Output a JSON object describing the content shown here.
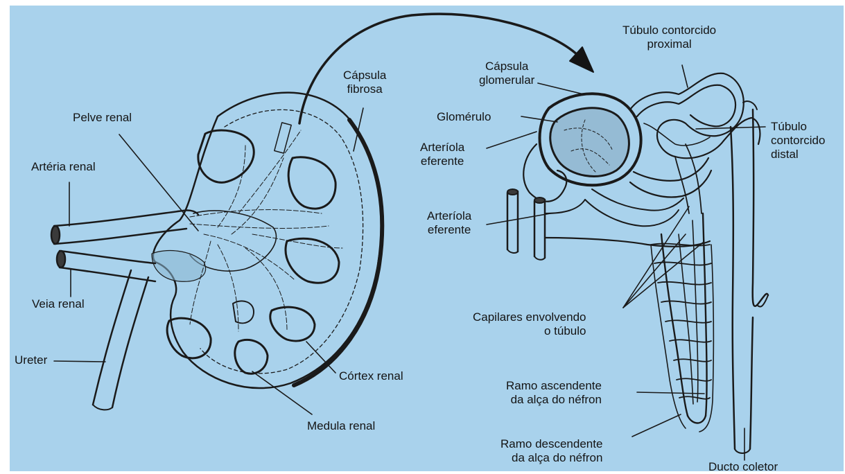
{
  "figure": {
    "background": "#a9d2ec",
    "ink": "#141414"
  },
  "labels": {
    "pelve_renal": "Pelve renal",
    "arteria_renal": "Artéria renal",
    "veia_renal": "Veia renal",
    "ureter": "Ureter",
    "capsula_fibrosa": "Cápsula\nfibrosa",
    "cortex_renal": "Córtex renal",
    "medula_renal": "Medula renal",
    "capsula_glomerular": "Cápsula\nglomerular",
    "glomerulo": "Glomérulo",
    "arteriola_eferente_1": "Arteríola\neferente",
    "arteriola_eferente_2": "Arteríola\neferente",
    "tubulo_proximal": "Túbulo contorcido\nproximal",
    "tubulo_distal": "Túbulo\ncontorcido\ndistal",
    "capilares": "Capilares envolvendo\no túbulo",
    "ramo_ascendente": "Ramo ascendente\nda alça do néfron",
    "ramo_descendente": "Ramo descendente\nda alça do néfron",
    "ducto_coletor": "Ducto coletor"
  }
}
